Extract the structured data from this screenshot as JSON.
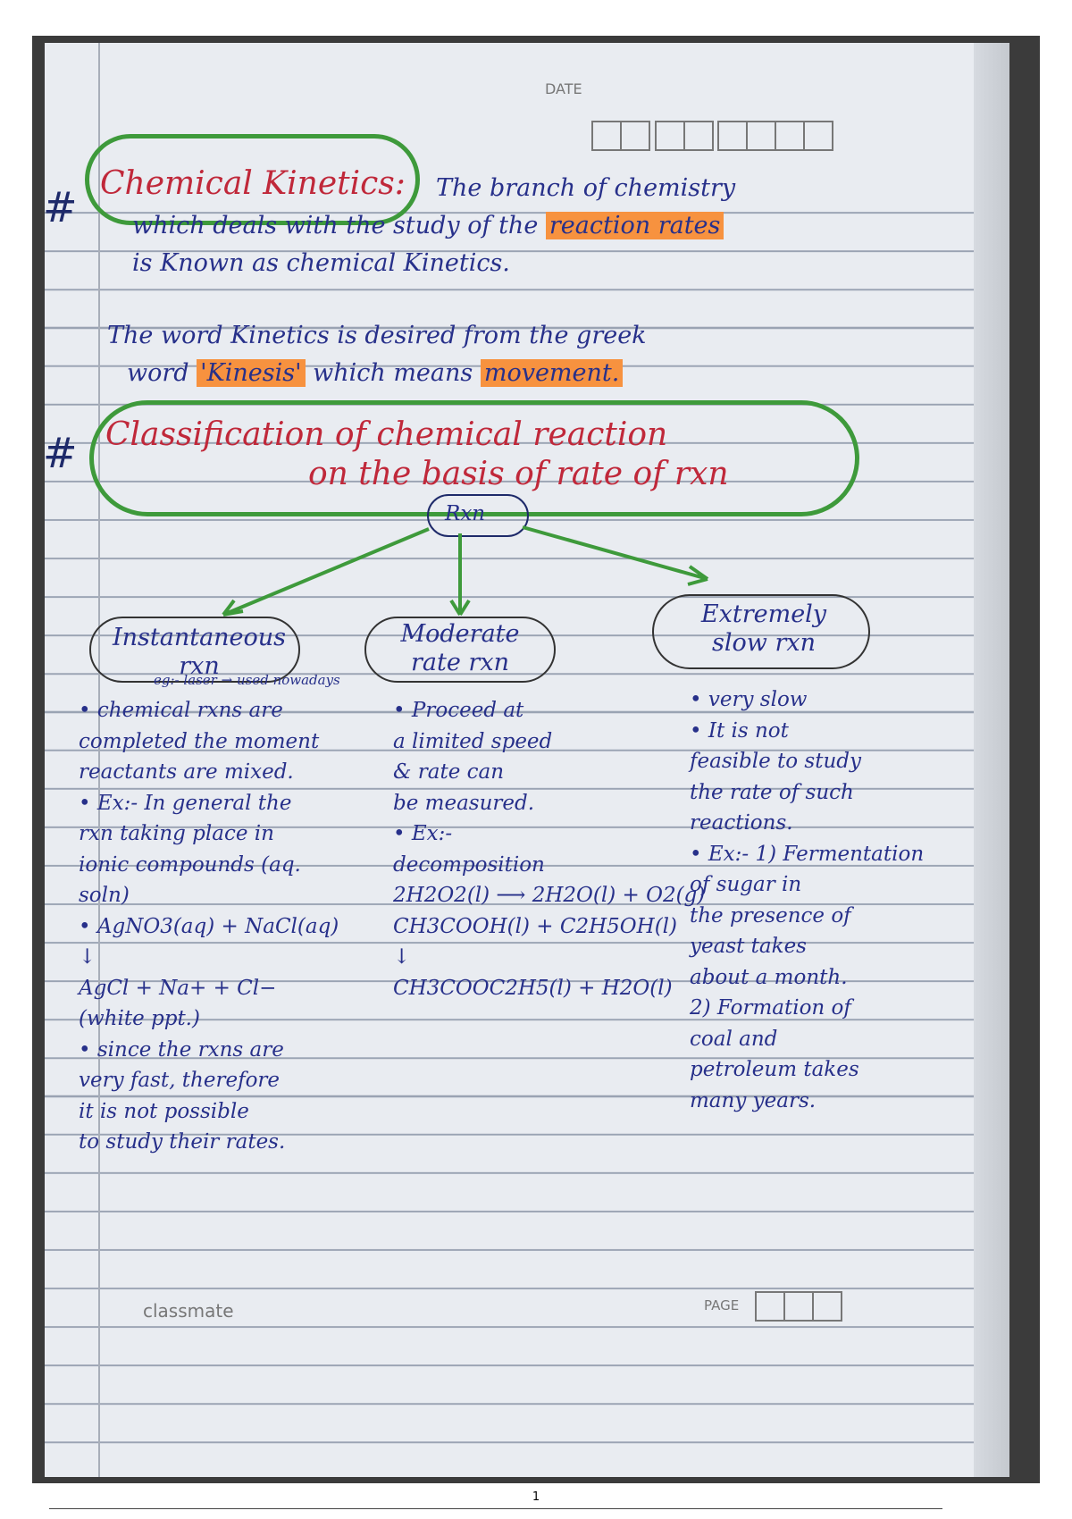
{
  "header": {
    "date_label": "DATE"
  },
  "section1": {
    "title": "Chemical Kinetics:",
    "line1": "The branch of chemistry",
    "line2_a": "which deals with the study of the ",
    "line2_hl": "reaction rates",
    "line3": "is Known as chemical Kinetics.",
    "line4": "The word Kinetics is desired from the greek",
    "line5_a": "word ",
    "line5_hl1": "'Kinesis'",
    "line5_b": " which means ",
    "line5_hl2": "movement."
  },
  "section2": {
    "title_line1": "Classification of chemical reaction",
    "title_line2": "on the basis of rate of rxn",
    "root": "Rxn"
  },
  "columns": [
    {
      "heading": "Instantaneous rxn",
      "note": "eg:- laser → used nowadays",
      "lines": [
        "• chemical rxns are",
        "completed the moment",
        "reactants are mixed.",
        "• Ex:- In general the",
        "rxn taking place in",
        "ionic compounds (aq.",
        "soln)",
        "• AgNO3(aq) + NaCl(aq)",
        "↓",
        "AgCl + Na+ + Cl−",
        "(white ppt.)",
        "• since the rxns are",
        "very fast, therefore",
        "it is not possible",
        "to study their rates."
      ]
    },
    {
      "heading": "Moderate rate rxn",
      "lines": [
        "• Proceed at",
        "a limited speed",
        "& rate can",
        "be measured.",
        "• Ex:-",
        "decomposition",
        "2H2O2(l) ⟶ 2H2O(l) + O2(g)",
        "CH3COOH(l) + C2H5OH(l)",
        "↓",
        "CH3COOC2H5(l) + H2O(l)"
      ]
    },
    {
      "heading": "Extremely slow rxn",
      "lines": [
        "• very slow",
        "• It is not",
        "feasible to study",
        "the rate of such",
        "reactions.",
        "• Ex:- 1) Fermentation",
        "of sugar in",
        "the presence of",
        "yeast takes",
        "about a month.",
        "2) Formation of",
        "coal and",
        "petroleum takes",
        "many years."
      ]
    }
  ],
  "footer": {
    "brand": "classmate",
    "page_label": "PAGE",
    "page_number": "1"
  },
  "colors": {
    "ink": "#27308a",
    "cloud_green": "#3e9a3b",
    "highlight": "#f7923f",
    "title_red": "#c0283a"
  }
}
